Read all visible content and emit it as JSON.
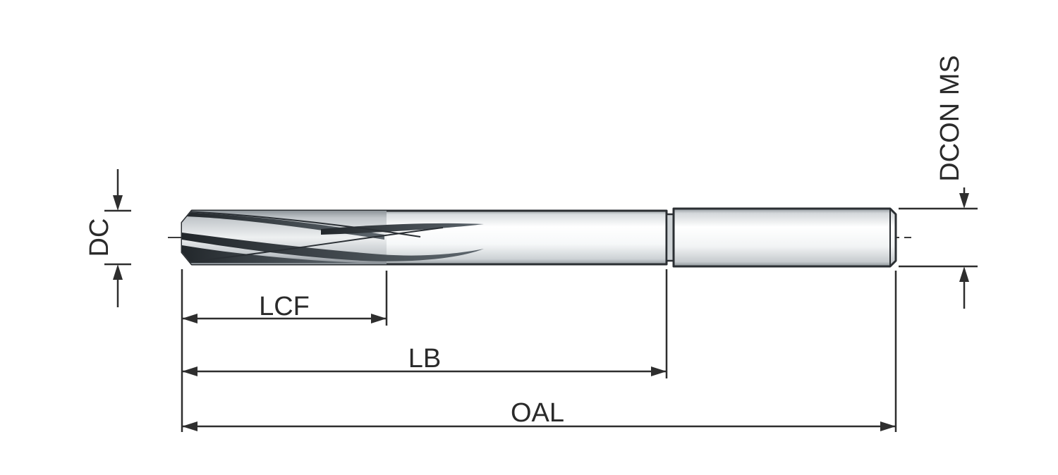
{
  "drawing": {
    "labels": {
      "diameter": "DC",
      "shank": "DCON MS",
      "flute_length": "LCF",
      "body_length": "LB",
      "overall_length": "OAL"
    },
    "colors": {
      "line": "#2e2e2e",
      "text": "#2a2a2a",
      "flute_dark": "#22272b",
      "background": "#ffffff"
    }
  }
}
